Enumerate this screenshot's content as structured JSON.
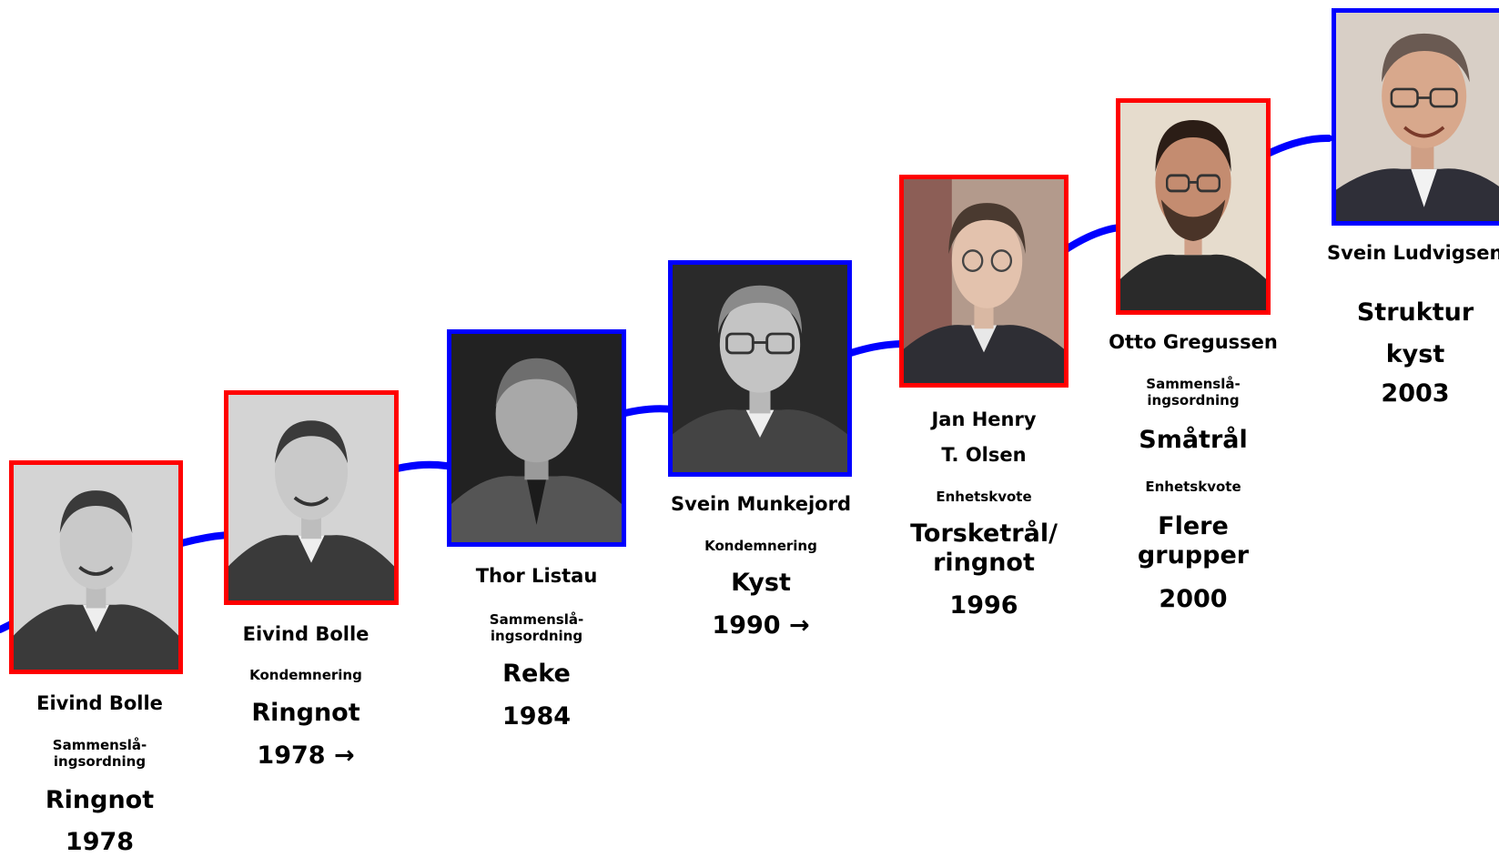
{
  "colors": {
    "connector": "#0000ff",
    "frame_red": "#ff0000",
    "frame_blue": "#0000ff"
  },
  "people": [
    {
      "frame_color": "red",
      "portrait": "bw-portrait-smiling-man",
      "name": "Eivind Bolle",
      "scheme_line1": "Sammenslå-",
      "scheme_line2": "ingsordning",
      "segment": "Ringnot",
      "year": "1978"
    },
    {
      "frame_color": "red",
      "portrait": "bw-portrait-smiling-man",
      "name": "Eivind Bolle",
      "scheme": "Kondemnering",
      "segment": "Ringnot",
      "year": "1978 →"
    },
    {
      "frame_color": "blue",
      "portrait": "bw-portrait-man-in-tie",
      "name": "Thor Listau",
      "scheme_line1": "Sammenslå-",
      "scheme_line2": "ingsordning",
      "segment": "Reke",
      "year": "1984"
    },
    {
      "frame_color": "blue",
      "portrait": "bw-portrait-man-with-glasses",
      "name": "Svein Munkejord",
      "scheme": "Kondemnering",
      "segment": "Kyst",
      "year": "1990 →"
    },
    {
      "frame_color": "red",
      "portrait": "color-portrait-man-with-glasses",
      "name_line1": "Jan Henry",
      "name_line2": "T. Olsen",
      "scheme": "Enhetskvote",
      "segment_line1": "Torsketrål/",
      "segment_line2": "ringnot",
      "year": "1996"
    },
    {
      "frame_color": "red",
      "portrait": "color-portrait-bearded-man",
      "name": "Otto Gregussen",
      "scheme_line1": "Sammenslå-",
      "scheme_line2": "ingsordning",
      "segment": "Småtrål",
      "scheme2": "Enhetskvote",
      "segment2_line1": "Flere",
      "segment2_line2": "grupper",
      "year": "2000"
    },
    {
      "frame_color": "blue",
      "portrait": "color-portrait-man-with-glasses",
      "name": "Svein Ludvigsen",
      "segment_line1": "Struktur",
      "segment_line2": "kyst",
      "year": "2003"
    }
  ]
}
